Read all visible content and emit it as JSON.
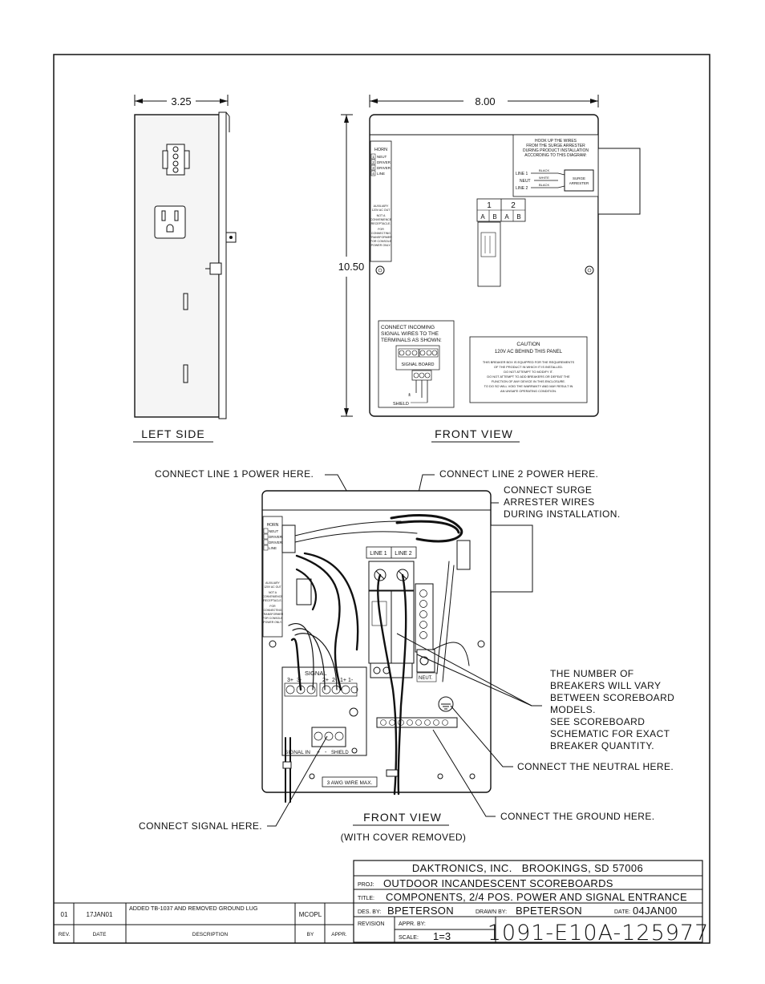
{
  "dims": {
    "width_label": "3.25",
    "front_width_label": "8.00",
    "height_label": "10.50"
  },
  "views": {
    "left_side": "LEFT SIDE",
    "front_view": "FRONT VIEW",
    "front_view_2": "FRONT VIEW",
    "with_cover_removed": "(WITH COVER REMOVED)"
  },
  "horn_label": {
    "title": "HORN",
    "rows": [
      {
        "n": "1",
        "t": "NEUT"
      },
      {
        "n": "2",
        "t": "DRIVER"
      },
      {
        "n": "3",
        "t": "DRIVER"
      },
      {
        "n": "4",
        "t": "LINE"
      }
    ]
  },
  "aux_label": [
    "AUXILIARY",
    "120V AC OUT",
    "NOT A",
    "CONVENIENCE",
    "RECEPTACLE.",
    "FOR",
    "CONNECTING",
    "TRANSFORMER",
    "FOR CONSOLE",
    "POWER ONLY."
  ],
  "surge_note": [
    "HOOK UP THE WIRES",
    "FROM THE SURGE ARRESTER",
    "DURING PRODUCT INSTALLATION",
    "ACCORDING TO THIS DIAGRAM:"
  ],
  "surge_wiring": {
    "line1": "LINE 1",
    "neut": "NEUT",
    "line2": "LINE 2",
    "black1": "BLACK",
    "white": "WHITE",
    "black2": "BLACK",
    "box": [
      "SURGE",
      "ARRESTER"
    ]
  },
  "breaker_cols": {
    "n1": "1",
    "n2": "2",
    "a": "A",
    "b": "B"
  },
  "signal_note": [
    "CONNECT INCOMING",
    "SIGNAL WIRES TO THE",
    "TERMINALS AS SHOWN:"
  ],
  "signal_board": "SIGNAL BOARD",
  "shield": "SHIELD",
  "caution": {
    "title": "CAUTION",
    "sub": "120V AC BEHIND THIS PANEL",
    "body": [
      "THIS BREAKER BOX IS EQUIPPED FOR THE REQUIREMENTS",
      "OF THE PRODUCT IN WHICH IT IS INSTALLED.",
      "DO NOT ATTEMPT TO MODIFY IT.",
      "DO NOT ATTEMPT TO ADD BREAKERS OR DEFEAT THE",
      "FUNCTION OF ANY DEVICE IN THIS ENCLOSURE.",
      "TO DO SO WILL VOID THE WARRANTY AND MAY RESULT IN",
      "AN UNSAFE OPERATING CONDITION."
    ]
  },
  "callouts": {
    "line1": "CONNECT LINE 1 POWER HERE.",
    "line2": "CONNECT LINE 2 POWER HERE.",
    "surge": [
      "CONNECT SURGE",
      "ARRESTER WIRES",
      "DURING INSTALLATION."
    ],
    "breakers": [
      "THE NUMBER OF",
      "BREAKERS WILL VARY",
      "BETWEEN SCOREBOARD",
      "MODELS.",
      "SEE SCOREBOARD",
      "SCHEMATIC FOR EXACT",
      "BREAKER QUANTITY."
    ],
    "neutral": "CONNECT THE NEUTRAL HERE.",
    "ground": "CONNECT THE GROUND HERE.",
    "signal": "CONNECT SIGNAL HERE."
  },
  "interior": {
    "line1": "LINE 1",
    "line2": "LINE 2",
    "neut": "NEUT.",
    "signal": "SIGNAL",
    "signal_in": "SIGNAL IN",
    "plus": "+",
    "minus": "-",
    "shield": "SHIELD",
    "wire_max": "3 AWG WIRE MAX.",
    "t1": "3+",
    "t2": "3-",
    "t3": "2+",
    "t4": "2-",
    "t5": "1+",
    "t6": "1-"
  },
  "title_block": {
    "company": "DAKTRONICS, INC.   BROOKINGS, SD 57006",
    "proj_label": "PROJ:",
    "proj": "OUTDOOR INCANDESCENT SCOREBOARDS",
    "title_label": "TITLE:",
    "title": "COMPONENTS, 2/4 POS. POWER AND SIGNAL ENTRANCE",
    "des_label": "DES. BY:",
    "des": "BPETERSON",
    "drawn_label": "DRAWN BY:",
    "drawn": "BPETERSON",
    "date_label": "DATE:",
    "date": "04JAN00",
    "revision_label": "REVISION",
    "appr_label": "APPR. BY:",
    "scale_label": "SCALE:",
    "scale": "1=3",
    "dwg_no": "1091-E10A-125977"
  },
  "revisions": {
    "headers": {
      "rev": "REV.",
      "date": "DATE",
      "desc": "DESCRIPTION",
      "by": "BY",
      "appr": "APPR."
    },
    "rows": [
      {
        "rev": "01",
        "date": "17JAN01",
        "desc": "ADDED TB-1037 AND REMOVED GROUND LUG",
        "by": "MCOPL",
        "appr": ""
      }
    ]
  }
}
